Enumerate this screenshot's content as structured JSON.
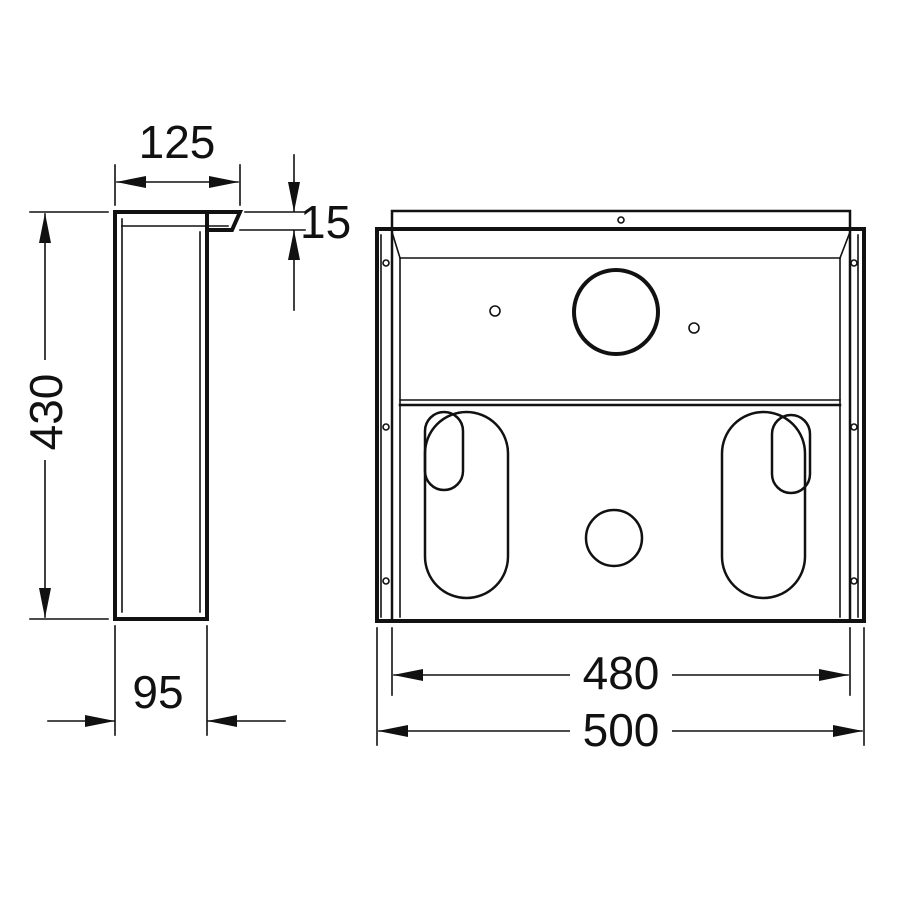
{
  "dimensions": {
    "depth_top": "125",
    "lip": "15",
    "height": "430",
    "depth_bottom": "95",
    "inner_width": "480",
    "outer_width": "500"
  },
  "colors": {
    "line": "#111111",
    "background": "#ffffff"
  }
}
